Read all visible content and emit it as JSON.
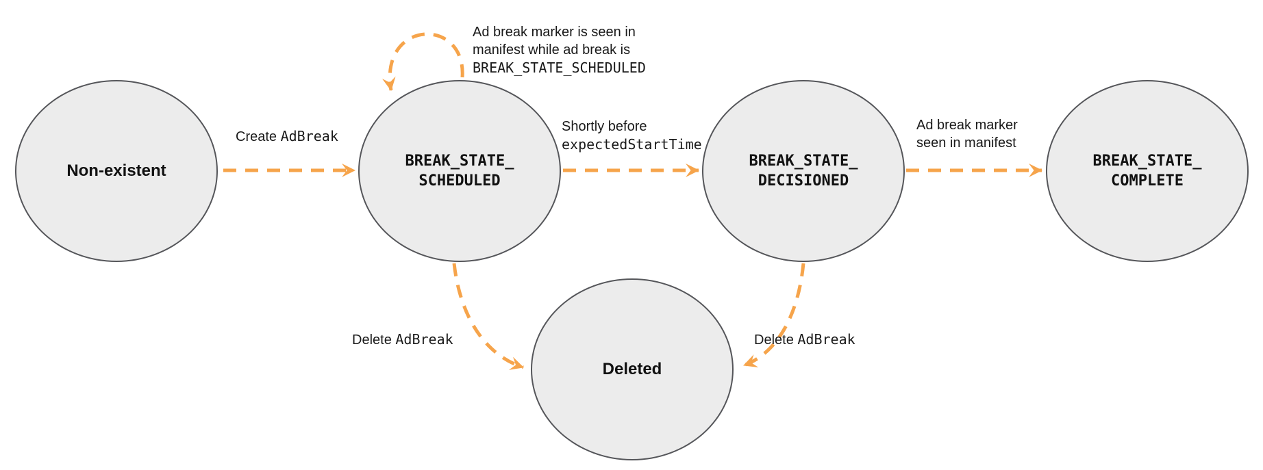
{
  "colors": {
    "arrow": "#f6a44b",
    "node_fill": "#ececec",
    "node_border": "#55565a",
    "text": "#1a1a1a"
  },
  "nodes": [
    {
      "id": "non-existent",
      "label": "Non-existent"
    },
    {
      "id": "break-state-scheduled",
      "label_line1": "BREAK_STATE_",
      "label_line2": "SCHEDULED"
    },
    {
      "id": "break-state-decisioned",
      "label_line1": "BREAK_STATE_",
      "label_line2": "DECISIONED"
    },
    {
      "id": "break-state-complete",
      "label_line1": "BREAK_STATE_",
      "label_line2": "COMPLETE"
    },
    {
      "id": "deleted",
      "label": "Deleted"
    }
  ],
  "edges": {
    "create": {
      "text": "Create",
      "code": "AdBreak"
    },
    "self_loop": {
      "line1": "Ad break marker is seen in",
      "line2": "manifest while ad break is",
      "code": "BREAK_STATE_SCHEDULED"
    },
    "shortly": {
      "line1": "Shortly before",
      "code": "expectedStartTime"
    },
    "marker_seen": {
      "line1": "Ad break marker",
      "line2": "seen in manifest"
    },
    "delete_left": {
      "text": "Delete",
      "code": "AdBreak"
    },
    "delete_right": {
      "text": "Delete",
      "code": "AdBreak"
    }
  }
}
